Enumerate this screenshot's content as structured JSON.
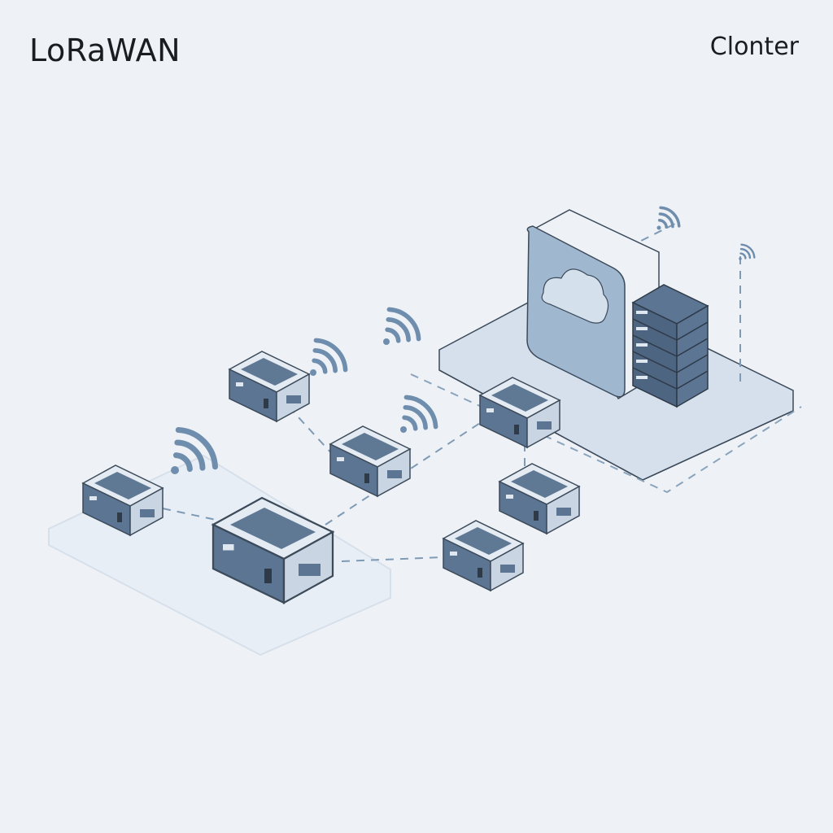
{
  "header": {
    "title": "LoRaWAN",
    "subtitle": "Clonter"
  },
  "diagram": {
    "nodes": [
      {
        "id": "end-device-1",
        "type": "sensor-node",
        "label": ""
      },
      {
        "id": "end-device-2",
        "type": "sensor-node",
        "label": ""
      },
      {
        "id": "end-device-3",
        "type": "sensor-node",
        "label": ""
      },
      {
        "id": "end-device-4",
        "type": "sensor-node",
        "label": ""
      },
      {
        "id": "end-device-5",
        "type": "sensor-node",
        "label": ""
      },
      {
        "id": "end-device-6",
        "type": "sensor-node",
        "label": ""
      },
      {
        "id": "gateway",
        "type": "gateway",
        "label": ""
      },
      {
        "id": "cloud-server",
        "type": "cloud-network-server",
        "label": ""
      }
    ],
    "icons": [
      "wifi-signal-icon",
      "cloud-icon",
      "server-rack-icon"
    ],
    "colors": {
      "background": "#eef2f6",
      "device_dark": "#5b7593",
      "device_light": "#dfe7f0",
      "platform": "#d5e0ec",
      "signal": "#6f8eae",
      "link": "#7f9ab5"
    }
  }
}
